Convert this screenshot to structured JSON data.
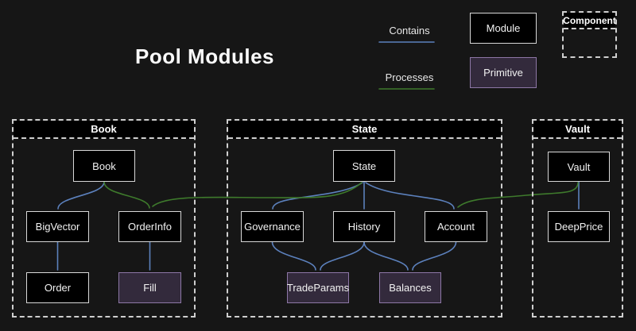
{
  "title": "Pool Modules",
  "legend": {
    "contains_label": "Contains",
    "processes_label": "Processes",
    "module_label": "Module",
    "primitive_label": "Primitive",
    "component_label": "Component"
  },
  "colors": {
    "background": "#161616",
    "contains_arrow": "#5c81bd",
    "processes_arrow": "#3e7a2c",
    "module_fill": "#000000",
    "module_border": "#d8d8d8",
    "primitive_fill": "#332a3c",
    "primitive_border": "#8d77a6",
    "container_border": "#cfcfcf"
  },
  "containers": {
    "book": {
      "label": "Book",
      "children": [
        "Book",
        "BigVector",
        "OrderInfo",
        "Order",
        "Fill"
      ]
    },
    "state": {
      "label": "State",
      "children": [
        "State",
        "Governance",
        "History",
        "Account",
        "TradeParams",
        "Balances"
      ]
    },
    "vault": {
      "label": "Vault",
      "children": [
        "Vault",
        "DeepPrice"
      ]
    }
  },
  "nodes": {
    "book": {
      "label": "Book",
      "type": "module"
    },
    "bigvector": {
      "label": "BigVector",
      "type": "module"
    },
    "orderinfo": {
      "label": "OrderInfo",
      "type": "module"
    },
    "order": {
      "label": "Order",
      "type": "module"
    },
    "fill": {
      "label": "Fill",
      "type": "primitive"
    },
    "state": {
      "label": "State",
      "type": "module"
    },
    "governance": {
      "label": "Governance",
      "type": "module"
    },
    "history": {
      "label": "History",
      "type": "module"
    },
    "account": {
      "label": "Account",
      "type": "module"
    },
    "tradeparams": {
      "label": "TradeParams",
      "type": "primitive"
    },
    "balances": {
      "label": "Balances",
      "type": "primitive"
    },
    "vault": {
      "label": "Vault",
      "type": "module"
    },
    "deepprice": {
      "label": "DeepPrice",
      "type": "module"
    }
  },
  "edges": [
    {
      "from": "Book",
      "to": "BigVector",
      "relation": "contains"
    },
    {
      "from": "Book",
      "to": "OrderInfo",
      "relation": "processes"
    },
    {
      "from": "BigVector",
      "to": "Order",
      "relation": "contains"
    },
    {
      "from": "OrderInfo",
      "to": "Fill",
      "relation": "contains"
    },
    {
      "from": "State",
      "to": "Governance",
      "relation": "contains"
    },
    {
      "from": "State",
      "to": "History",
      "relation": "contains"
    },
    {
      "from": "State",
      "to": "Account",
      "relation": "contains"
    },
    {
      "from": "State",
      "to": "OrderInfo",
      "relation": "processes"
    },
    {
      "from": "Governance",
      "to": "TradeParams",
      "relation": "contains"
    },
    {
      "from": "History",
      "to": "TradeParams",
      "relation": "contains"
    },
    {
      "from": "History",
      "to": "Balances",
      "relation": "contains"
    },
    {
      "from": "Account",
      "to": "Balances",
      "relation": "contains"
    },
    {
      "from": "Vault",
      "to": "DeepPrice",
      "relation": "contains"
    },
    {
      "from": "Vault",
      "to": "Account",
      "relation": "processes"
    }
  ]
}
